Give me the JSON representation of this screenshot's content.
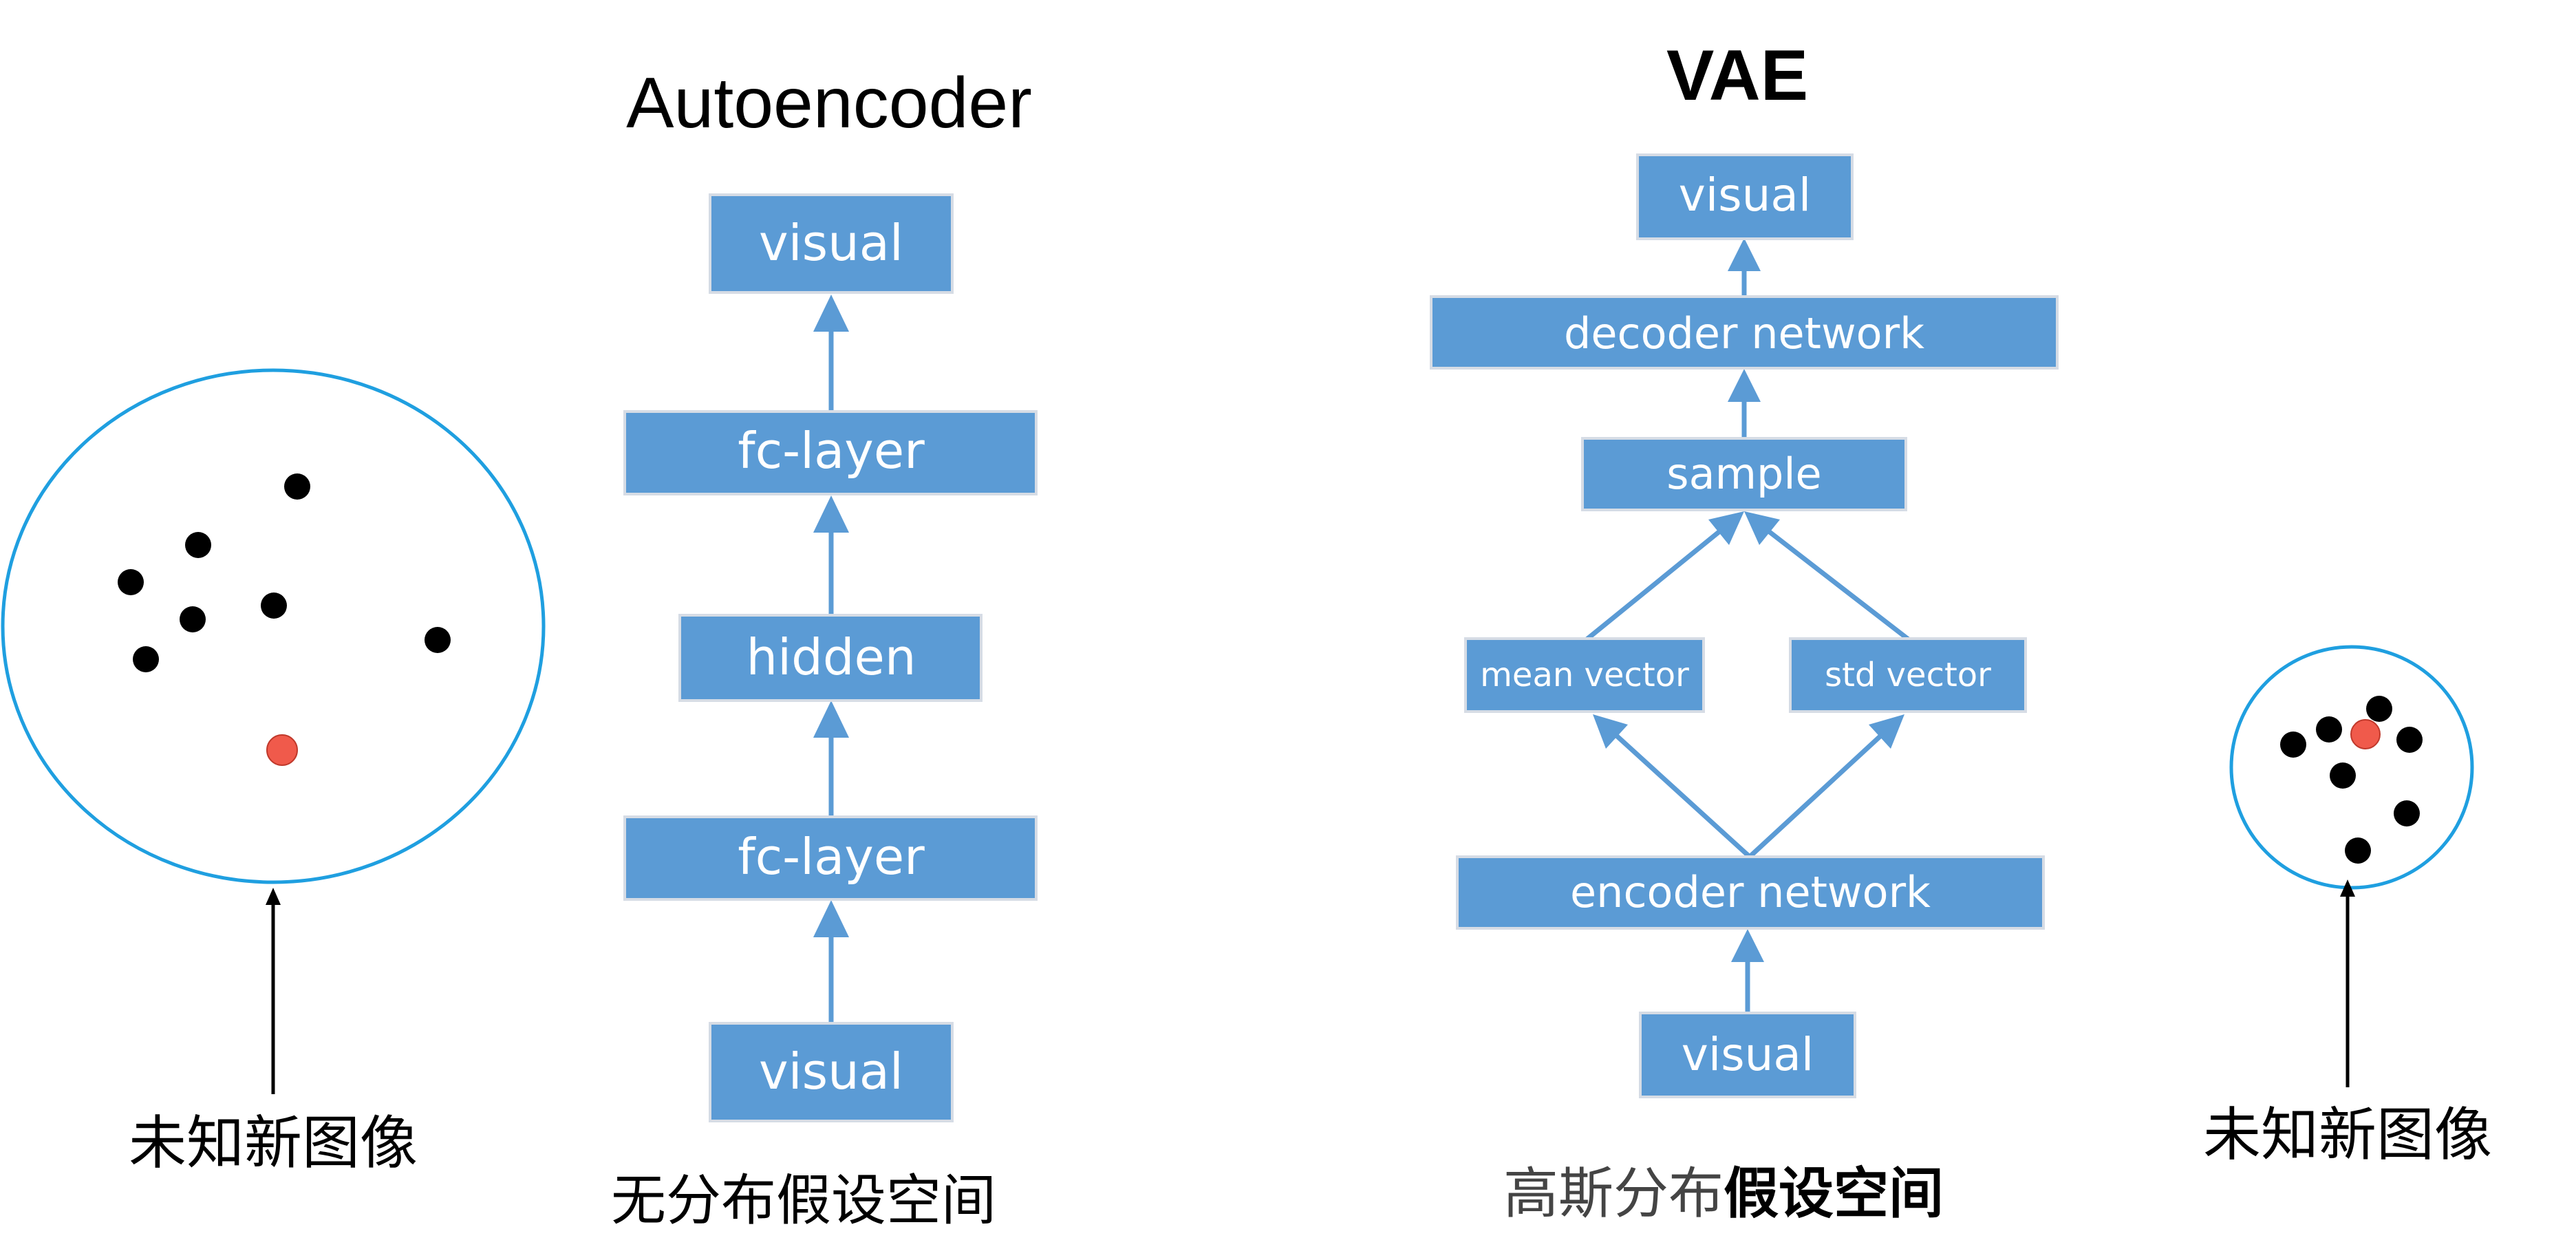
{
  "titles": {
    "autoencoder": "Autoencoder",
    "vae": "VAE"
  },
  "autoencoder": {
    "nodes": [
      "visual",
      "fc-layer",
      "hidden",
      "fc-layer",
      "visual"
    ]
  },
  "vae": {
    "nodes": {
      "top_visual": "visual",
      "decoder": "decoder network",
      "sample": "sample",
      "mean": "mean vector",
      "std": "std vector",
      "encoder": "encoder network",
      "bottom_visual": "visual"
    }
  },
  "captions": {
    "left_unknown": "未知新图像",
    "right_unknown": "未知新图像",
    "ae_space": "无分布假设空间",
    "vae_space_prefix": "高斯分布",
    "vae_space_suffix": "假设空间"
  },
  "colors": {
    "box_fill": "#5b9bd5",
    "arrow": "#5b9bd5",
    "circle_outline": "#1f9fe0",
    "point": "#000000",
    "new_point": "#f05a4b"
  }
}
